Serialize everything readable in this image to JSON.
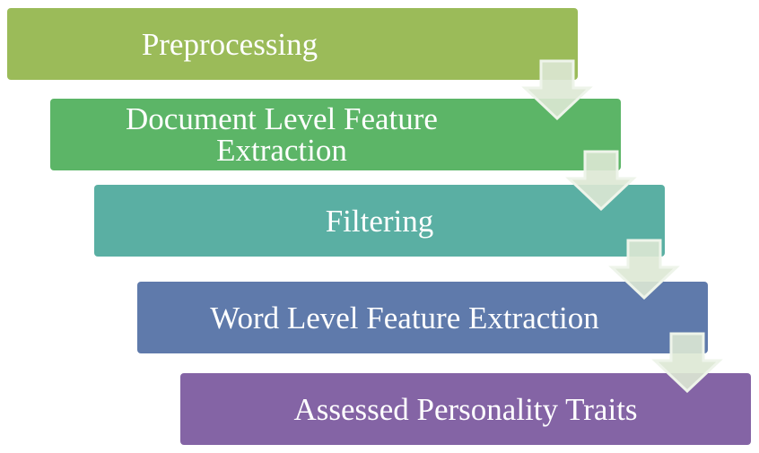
{
  "colors": {
    "step_1": "#9bbb59",
    "step_2": "#5cb567",
    "step_3": "#5aafa3",
    "step_4": "#5f7aab",
    "step_5": "#8464a5",
    "arrow_fill": "#dde8d4",
    "arrow_stroke": "#eef4ea"
  },
  "steps": [
    {
      "label": "Preprocessing"
    },
    {
      "label_line_1": "Document Level Feature",
      "label_line_2": "Extraction"
    },
    {
      "label": "Filtering"
    },
    {
      "label": "Word Level Feature Extraction"
    },
    {
      "label": "Assessed Personality Traits"
    }
  ],
  "arrows": [
    {
      "icon": "down-arrow-icon"
    },
    {
      "icon": "down-arrow-icon"
    },
    {
      "icon": "down-arrow-icon"
    },
    {
      "icon": "down-arrow-icon"
    }
  ]
}
